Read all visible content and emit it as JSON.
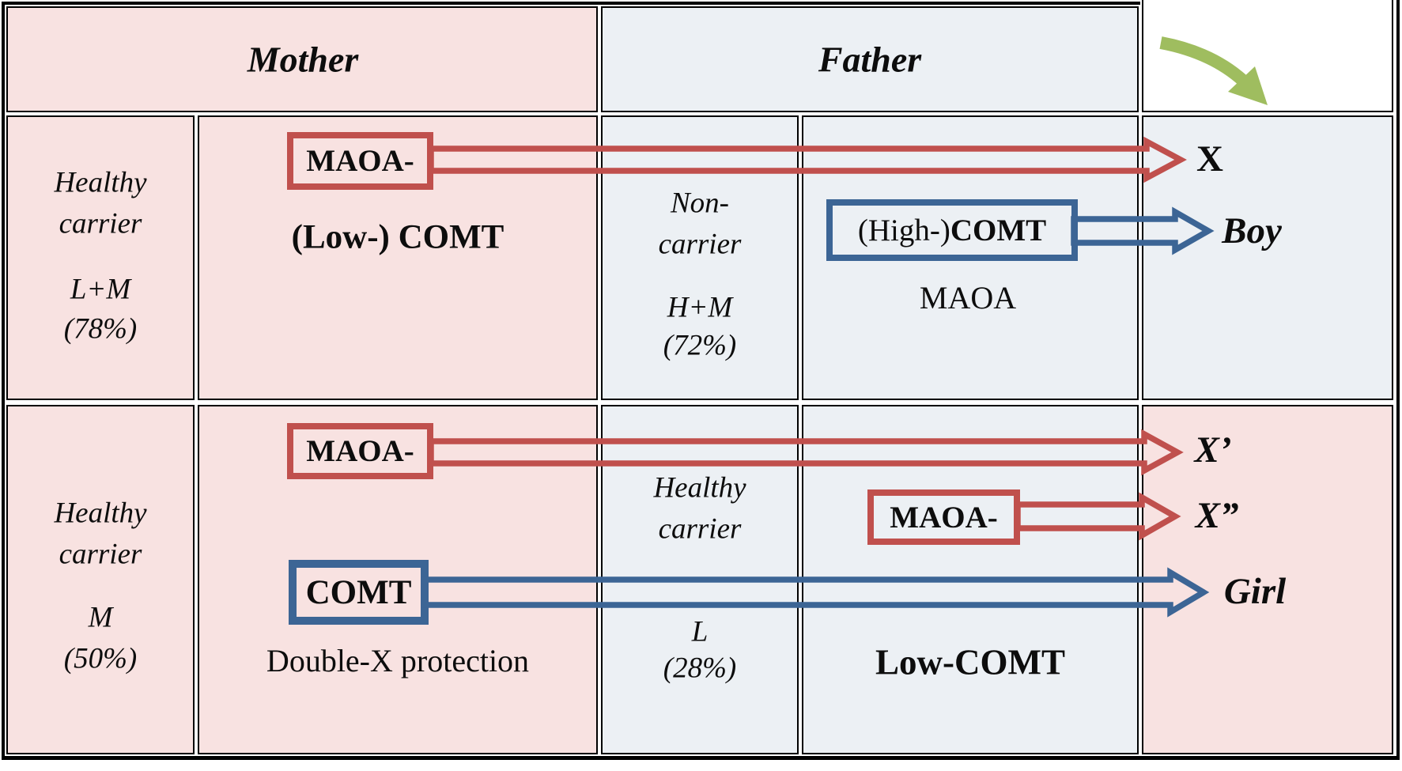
{
  "palette": {
    "mother_cell_pink": "#f8e2e1",
    "father_cell_bluegray": "#ecf0f4",
    "red_accent": "#c0504d",
    "blue_accent": "#3c6595",
    "green_accent": "#9fbd5f",
    "border_black": "#000000"
  },
  "header": {
    "mother": "Mother",
    "father": "Father"
  },
  "row1": {
    "mother_label": {
      "line1": "Healthy",
      "line2": "carrier",
      "line3": "L+M",
      "line4": "(78%)"
    },
    "mother_gene_box": "MAOA-",
    "mother_gene_text": "(Low-) COMT",
    "father_label": {
      "line1": "Non-",
      "line2": "carrier",
      "line3": "H+M",
      "line4": "(72%)"
    },
    "father_gene_box_prefix": "(High-) ",
    "father_gene_box_bold": "COMT",
    "father_gene_text": "MAOA",
    "offspring": {
      "chromosome": "X",
      "child": "Boy"
    }
  },
  "row2": {
    "mother_label": {
      "line1": "Healthy",
      "line2": "carrier",
      "line3": "M",
      "line4": "(50%)"
    },
    "mother_gene_box1": "MAOA-",
    "mother_gene_box2": "COMT",
    "mother_gene_text": "Double-X protection",
    "father_label": {
      "line1": "Healthy",
      "line2": "carrier",
      "line3": "L",
      "line4": "(28%)"
    },
    "father_gene_box": "MAOA-",
    "father_gene_text": "Low-COMT",
    "offspring": {
      "chromosome1": "X’",
      "chromosome2": "X”",
      "child": "Girl"
    }
  }
}
